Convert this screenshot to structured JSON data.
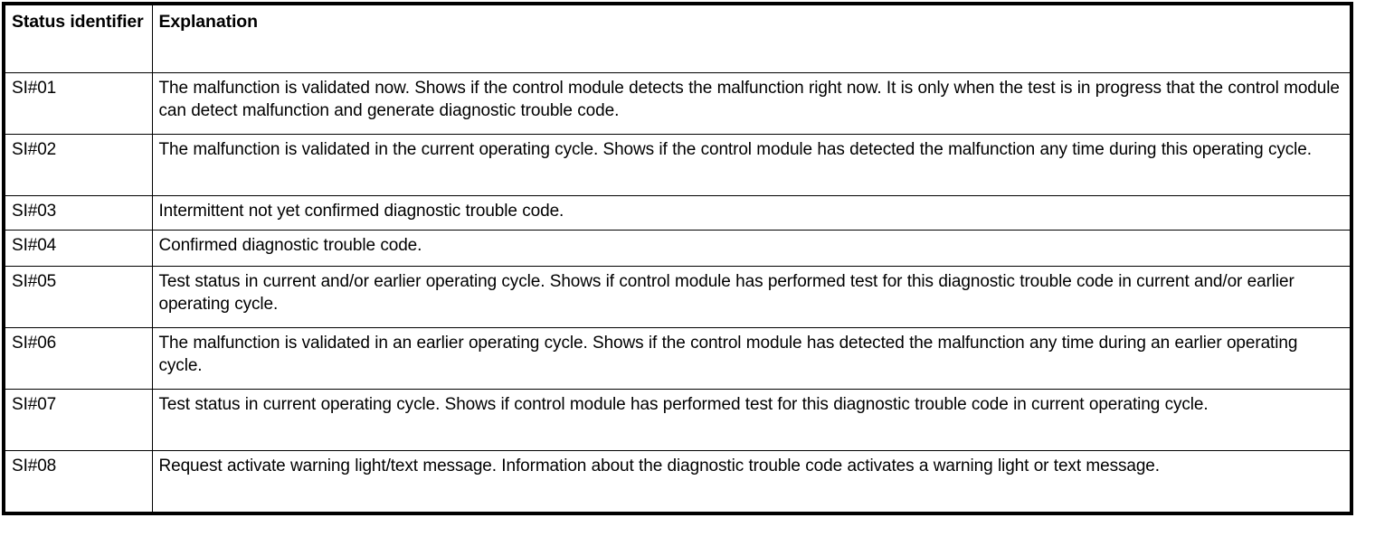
{
  "table": {
    "columns": [
      {
        "key": "status_identifier",
        "label": "Status identifier"
      },
      {
        "key": "explanation",
        "label": "Explanation"
      }
    ],
    "rows": [
      {
        "id": "SI#01",
        "explanation": "The malfunction is validated now. Shows if the control module detects the malfunction right now. It is only when the test is in progress that the control module can detect malfunction and generate diagnostic trouble code."
      },
      {
        "id": "SI#02",
        "explanation": "The malfunction is validated in the current operating cycle. Shows if the control module has detected the malfunction any time during this operating cycle."
      },
      {
        "id": "SI#03",
        "explanation": "Intermittent not yet confirmed diagnostic trouble code."
      },
      {
        "id": "SI#04",
        "explanation": "Confirmed diagnostic trouble code."
      },
      {
        "id": "SI#05",
        "explanation": "Test status in current and/or earlier operating cycle. Shows if control module has performed test for this diagnostic trouble code in current and/or earlier operating cycle."
      },
      {
        "id": "SI#06",
        "explanation": "The malfunction is validated in an earlier operating cycle. Shows if the control module has detected the malfunction any time during an earlier operating cycle."
      },
      {
        "id": "SI#07",
        "explanation": "Test status in current operating cycle. Shows if control module has performed test for this diagnostic trouble code in current operating cycle."
      },
      {
        "id": "SI#08",
        "explanation": "Request activate warning light/text message. Information about the diagnostic trouble code activates a warning light or text message."
      }
    ]
  },
  "colors": {
    "border": "#000000",
    "text": "#000000",
    "background": "#ffffff"
  }
}
